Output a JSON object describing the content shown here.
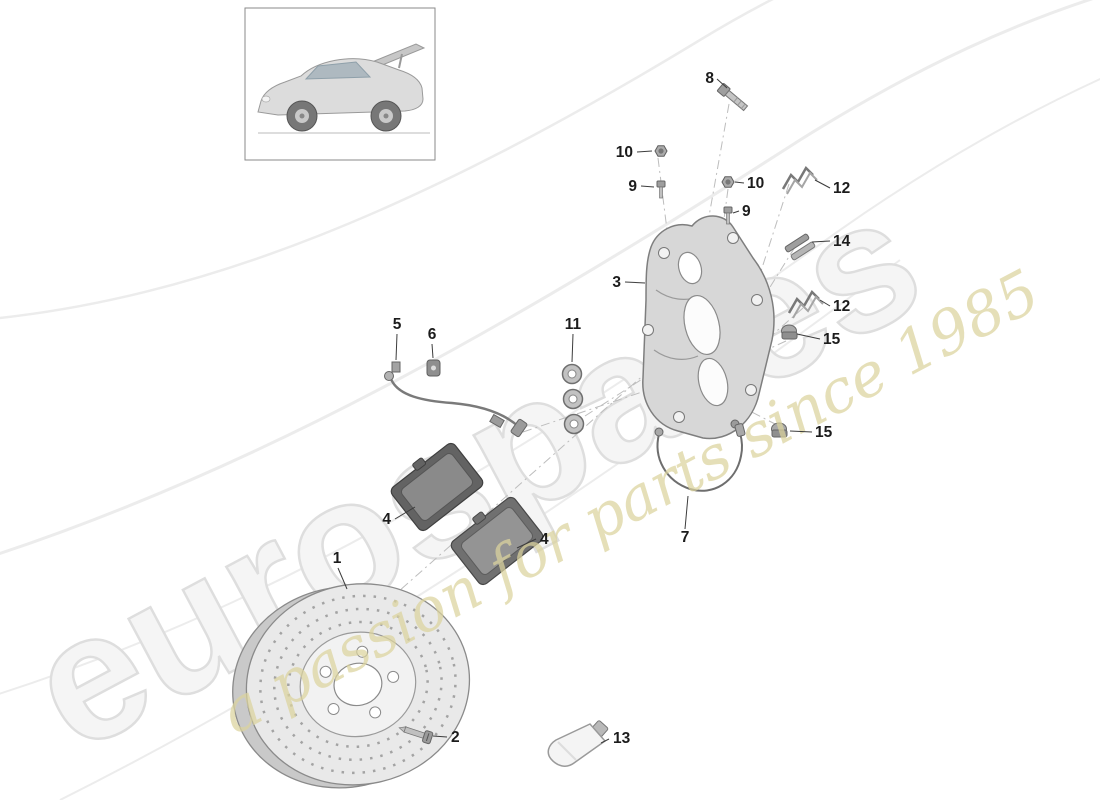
{
  "watermark": {
    "brand": "eurospares",
    "tagline": "a passion for parts since 1985",
    "brand_fill": "#f5f5f5",
    "brand_stroke": "#dedede",
    "tagline_color": "#dcd49e"
  },
  "callouts": [
    {
      "number": "8"
    },
    {
      "number": "10"
    },
    {
      "number": "9"
    },
    {
      "number": "10"
    },
    {
      "number": "9"
    },
    {
      "number": "12"
    },
    {
      "number": "14"
    },
    {
      "number": "12"
    },
    {
      "number": "15"
    },
    {
      "number": "3"
    },
    {
      "number": "5"
    },
    {
      "number": "6"
    },
    {
      "number": "11"
    },
    {
      "number": "15"
    },
    {
      "number": "7"
    },
    {
      "number": "4"
    },
    {
      "number": "4"
    },
    {
      "number": "1"
    },
    {
      "number": "2"
    },
    {
      "number": "13"
    }
  ],
  "colors": {
    "background": "#ffffff",
    "outline": "#7e7e7e",
    "metal_light": "#e9e9e9",
    "metal_mid": "#c9c9c9",
    "pad_dark": "#636363",
    "leader_line": "#3c3c3c",
    "axis_dash": "#bdbdbd"
  }
}
